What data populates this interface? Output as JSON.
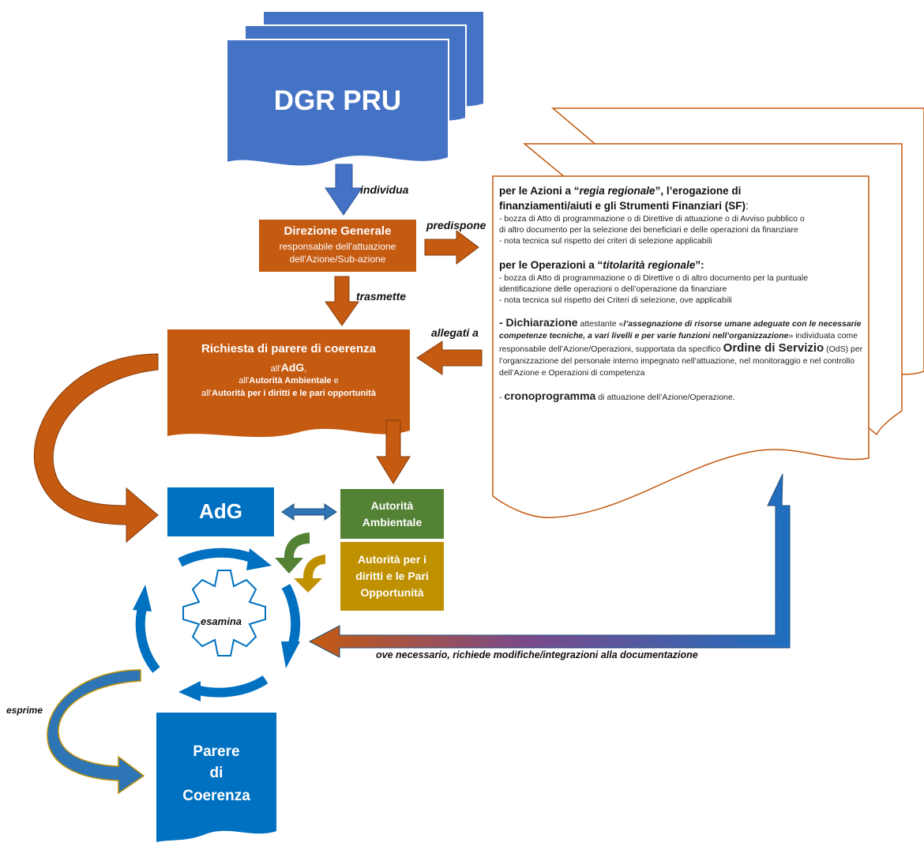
{
  "dgr": {
    "title": "DGR PRU"
  },
  "direzione": {
    "title": "Direzione Generale",
    "line1": "responsabile dell'attuazione",
    "line2": "dell'Azione/Sub-azione"
  },
  "richiesta": {
    "title": "Richiesta di parere di coerenza",
    "l1_pre": "all'",
    "l1_bold": "AdG",
    "l1_post": ",",
    "l2_pre": "all'",
    "l2_bold": "Autorità Ambientale",
    "l2_post": " e",
    "l3_pre": "all'",
    "l3_bold": "Autorità per i diritti  e le pari opportunità"
  },
  "adg": {
    "label": "AdG"
  },
  "autorita_ambientale": {
    "line1": "Autorità",
    "line2": "Ambientale"
  },
  "autorita_pari": {
    "line1": "Autorità per i",
    "line2": "diritti e le Pari",
    "line3": "Opportunità"
  },
  "parere": {
    "line1": "Parere",
    "line2": "di",
    "line3": "Coerenza"
  },
  "cycle": {
    "label": "esamina"
  },
  "labels": {
    "individua": "individua",
    "predispone": "predispone",
    "trasmette": "trasmette",
    "allegati": "allegati a",
    "esprime": "esprime",
    "feedback": "ove necessario, richiede modifiche/integrazioni alla documentazione"
  },
  "document": {
    "s1_h1": "per le Azioni a “",
    "s1_h2": "regia regionale",
    "s1_h3": "”, l’erogazione di",
    "s1_h4": "finanziamenti/aiuti  e gli Strumenti Finanziari (SF)",
    "s1_h5": ":",
    "s1_l1": "- bozza di Atto di programmazione  o di Direttive di attuazione o di Avviso pubblico o",
    "s1_l2": "di altro documento per la selezione dei beneficiari e delle operazioni da finanziare",
    "s1_l3": "- nota tecnica sul rispetto dei criteri di selezione applicabili",
    "s2_h1": "per le Operazioni a “",
    "s2_h2": "titolarità regionale",
    "s2_h3": "”:",
    "s2_l1": "- bozza di Atto di programmazione  o di Direttive  o di altro documento per la puntuale",
    "s2_l2": "identificazione delle operazioni o dell’operazione  da finanziare",
    "s2_l3": "- nota tecnica sul rispetto dei Criteri di selezione, ove applicabili",
    "s3_a": "- Dichiarazione",
    "s3_b": " attestante «",
    "s3_c": "l’assegnazione di risorse umane adeguate con le necessarie competenze tecniche, a vari livelli e per varie funzioni nell’organizzazione",
    "s3_d": "» individuata  come responsabile dell’Azione/Operazioni, supportata da specifico ",
    "s3_e": "Ordine di Servizio",
    "s3_f": " (OdS) per l’organizzazione del personale interno impegnato nell’attuazione, nel monitoraggio e nel controllo dell’Azione  e Operazioni di competenza",
    "s4_a": "- ",
    "s4_b": "cronoprogramma",
    "s4_c": "  di attuazione dell’Azione/Operazione."
  },
  "colors": {
    "blue_doc": "#4472c4",
    "orange": "#c55a11",
    "adg_blue": "#0070c0",
    "green": "#548235",
    "gold": "#bf9000",
    "doc_border": "#c55a11"
  }
}
